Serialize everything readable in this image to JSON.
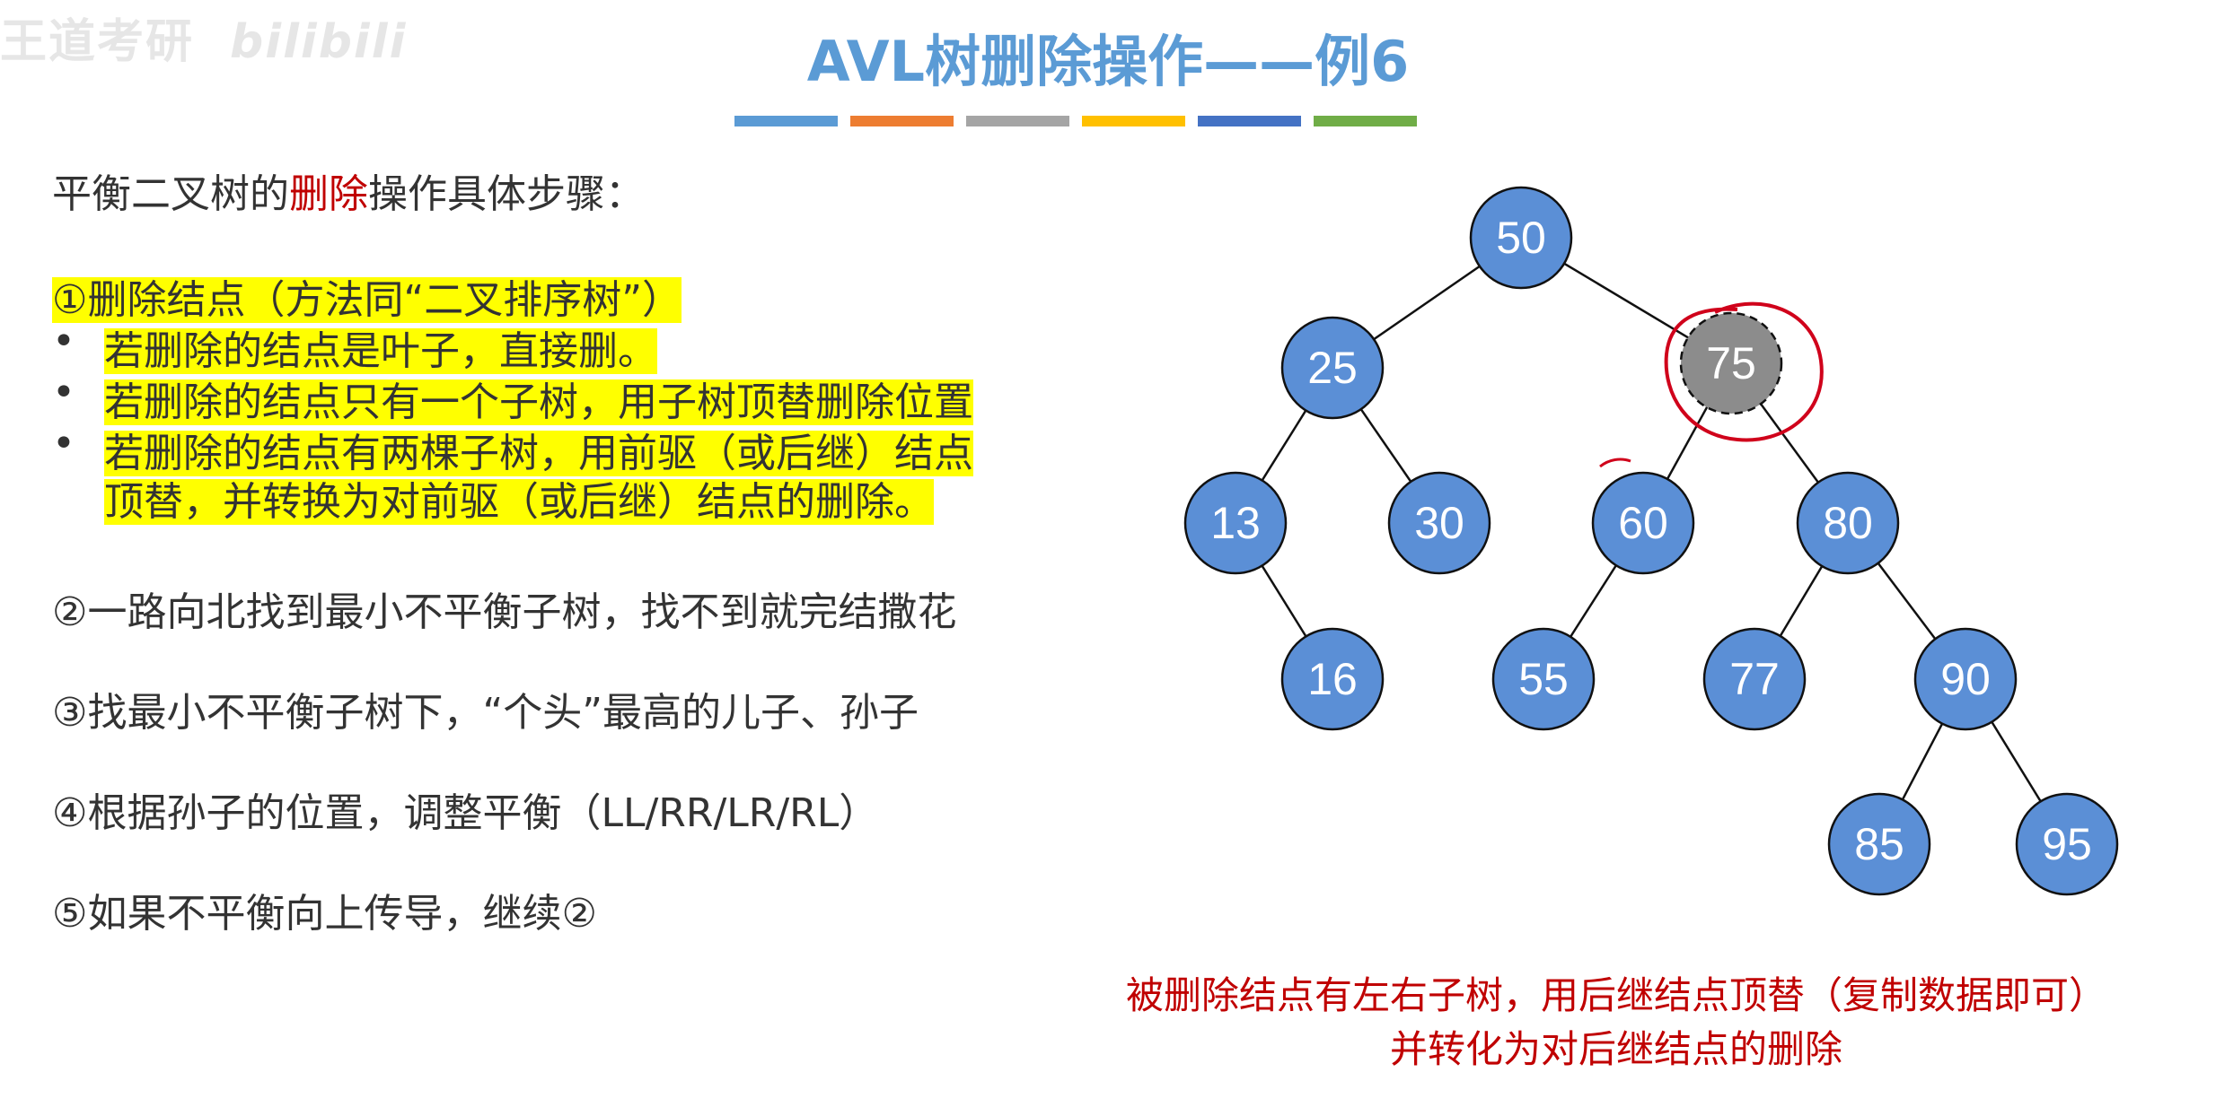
{
  "watermark": {
    "text": "王道考研",
    "brand": "bilibili"
  },
  "title": "AVL树删除操作——例6",
  "color_bars": [
    "#5b9bd5",
    "#ed7d31",
    "#a5a5a5",
    "#ffc000",
    "#4472c4",
    "#70ad47"
  ],
  "intro": {
    "prefix": "平衡二叉树的",
    "emphasis": "删除",
    "suffix": "操作具体步骤："
  },
  "step1": {
    "heading": "①删除结点（方法同“二叉排序树”）",
    "bullet_symbol": "•",
    "bullets": [
      "若删除的结点是叶子，直接删。",
      "若删除的结点只有一个子树，用子树顶替删除位置",
      "若删除的结点有两棵子树，用前驱（或后继）结点",
      "顶替，并转换为对前驱（或后继）结点的删除。"
    ]
  },
  "steps": [
    "②一路向北找到最小不平衡子树，找不到就完结撒花",
    "③找最小不平衡子树下，“个头”最高的儿子、孙子",
    "④根据孙子的位置，调整平衡（LL/RR/LR/RL）",
    "⑤如果不平衡向上传导，继续②"
  ],
  "tree": {
    "node_color": "#5b8fd6",
    "deleted_color": "#8c8c8c",
    "annotation_color": "#d0021b",
    "nodes": [
      "50",
      "25",
      "75",
      "13",
      "30",
      "60",
      "80",
      "16",
      "55",
      "77",
      "90",
      "85",
      "95"
    ],
    "deleted_node": "75",
    "edges": [
      [
        "50",
        "25"
      ],
      [
        "50",
        "75"
      ],
      [
        "25",
        "13"
      ],
      [
        "25",
        "30"
      ],
      [
        "75",
        "60"
      ],
      [
        "75",
        "80"
      ],
      [
        "13",
        "16"
      ],
      [
        "60",
        "55"
      ],
      [
        "80",
        "77"
      ],
      [
        "80",
        "90"
      ],
      [
        "90",
        "85"
      ],
      [
        "90",
        "95"
      ]
    ]
  },
  "caption": {
    "line1": "被删除结点有左右子树，用后继结点顶替（复制数据即可）",
    "line2": "并转化为对后继结点的删除"
  }
}
